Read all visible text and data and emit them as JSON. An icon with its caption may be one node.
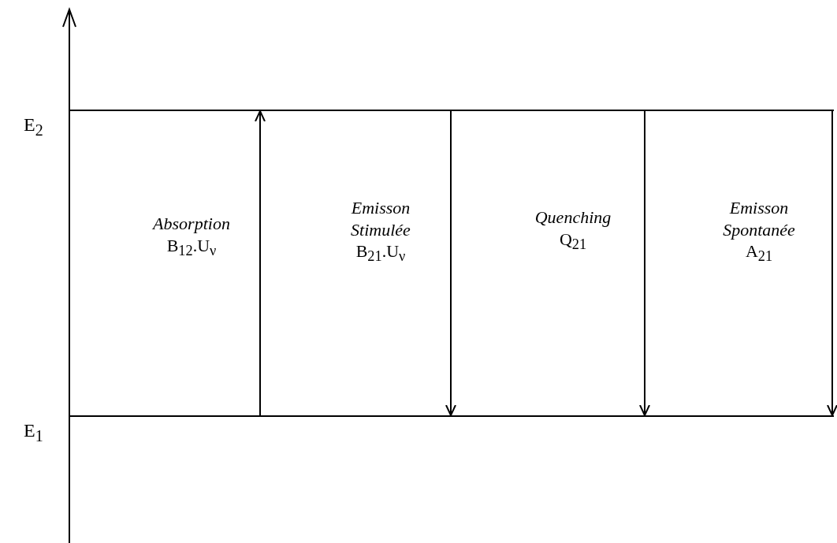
{
  "diagram": {
    "nodes": [
      {
        "text": [],
        "shape": "bar",
        "beside": [
          "E$_{2}$"
        ]
      },
      {
        "text": [],
        "shape": "bar",
        "beside": [
          "E$_{1}$"
        ]
      }
    ],
    "edges": [
      {
        "from": 1,
        "to": 0,
        "arrow": "to",
        "label": "*Absorption* B$_{12}$.U$_{ν}$"
      },
      {
        "from": 0,
        "to": 1,
        "arrow": "to",
        "label": "*Emisson Stimulée* B$_{21}$.U$_{ν}$"
      },
      {
        "from": 0,
        "to": 1,
        "arrow": "to",
        "label": "*Quenching* Q$_{21}$"
      },
      {
        "from": 0,
        "to": 1,
        "arrow": "to",
        "label": "*Emisson Spontanée* A$_{21}$"
      }
    ]
  }
}
